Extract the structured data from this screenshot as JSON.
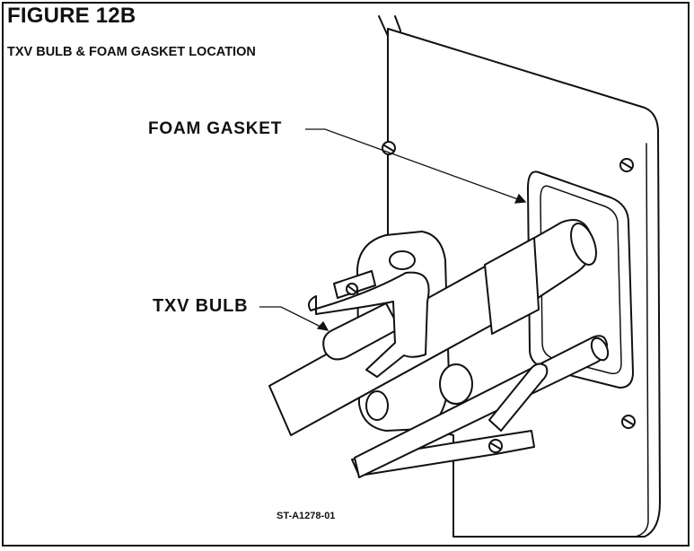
{
  "figure": {
    "title": "FIGURE 12B",
    "subtitle": "TXV BULB & FOAM GASKET LOCATION"
  },
  "callouts": {
    "foam_gasket": "FOAM GASKET",
    "txv_bulb": "TXV BULB"
  },
  "drawing_id": "ST-A1278-01",
  "colors": {
    "line": "#111111",
    "background": "#ffffff"
  }
}
